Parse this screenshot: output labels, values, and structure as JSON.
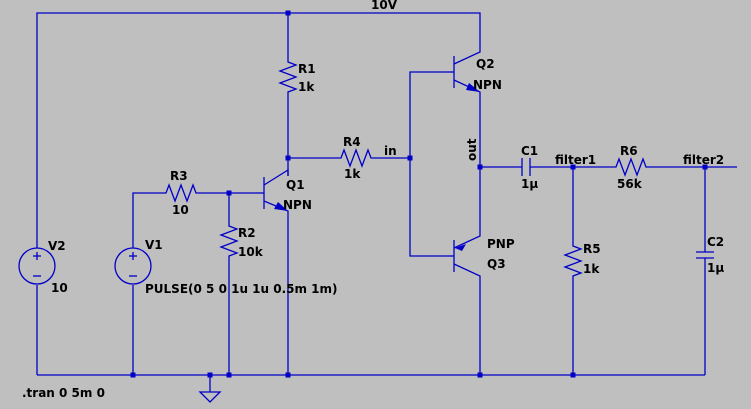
{
  "nets": {
    "supply": "10V",
    "in": "in",
    "out": "out",
    "filter1": "filter1",
    "filter2": "filter2"
  },
  "components": {
    "R1": {
      "name": "R1",
      "value": "1k"
    },
    "R2": {
      "name": "R2",
      "value": "10k"
    },
    "R3": {
      "name": "R3",
      "value": "10"
    },
    "R4": {
      "name": "R4",
      "value": "1k"
    },
    "R5": {
      "name": "R5",
      "value": "1k"
    },
    "R6": {
      "name": "R6",
      "value": "56k"
    },
    "C1": {
      "name": "C1",
      "value": "1µ"
    },
    "C2": {
      "name": "C2",
      "value": "1µ"
    },
    "Q1": {
      "name": "Q1",
      "type": "NPN"
    },
    "Q2": {
      "name": "Q2",
      "type": "NPN"
    },
    "Q3": {
      "name": "Q3",
      "type": "PNP"
    },
    "V1": {
      "name": "V1",
      "value": "PULSE(0 5 0 1u 1u 0.5m 1m)"
    },
    "V2": {
      "name": "V2",
      "value": "10"
    }
  },
  "directive": ".tran 0 5m 0",
  "colors": {
    "background": "#bfbfbf",
    "wire": "#0000c8",
    "text": "#000000"
  }
}
